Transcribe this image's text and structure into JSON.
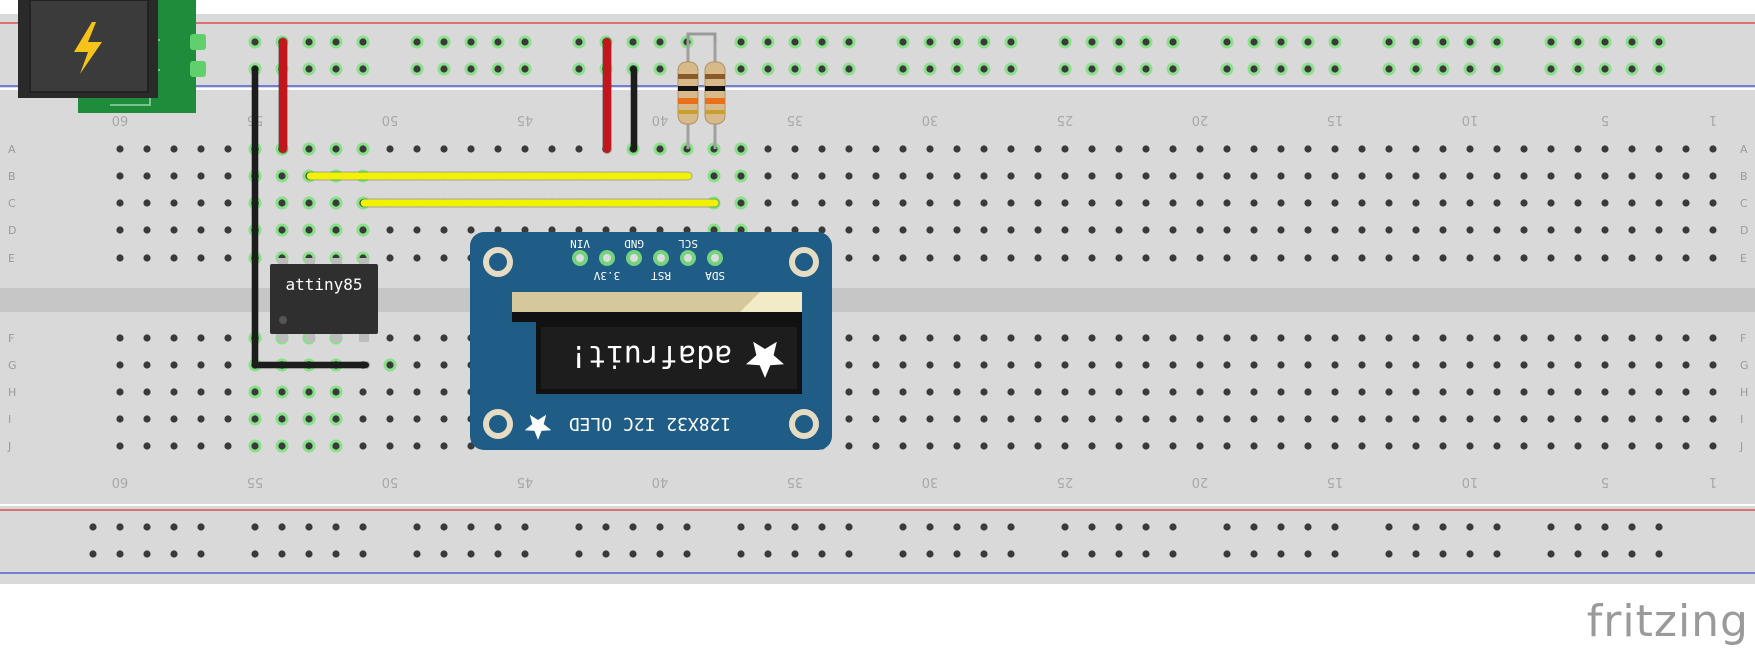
{
  "watermark": "fritzing",
  "chip": {
    "label": "attiny85"
  },
  "oled": {
    "brand": "adafruit!",
    "model": "128X32 I2C OLED",
    "pins": [
      "VIN",
      "3.3V",
      "GND",
      "RST",
      "SCL",
      "SDA"
    ]
  },
  "breadboard": {
    "columns": 60,
    "column_labels": [
      "60",
      "55",
      "50",
      "45",
      "40",
      "35",
      "30",
      "25",
      "20",
      "15",
      "10",
      "5",
      "1"
    ],
    "row_labels_top": [
      "A",
      "B",
      "C",
      "D",
      "E"
    ],
    "row_labels_bottom": [
      "F",
      "G",
      "H",
      "I",
      "J"
    ]
  },
  "colors": {
    "board": "#d9d9d9",
    "rail_red": "#d93535",
    "rail_blue": "#3447d4",
    "pcb_blue": "#1f5d86",
    "wire_red": "#c1161c",
    "wire_black": "#1c1c1c",
    "wire_yellow": "#f2f200",
    "power_pcb": "#1e8c3a",
    "bolt": "#f5c31a"
  }
}
